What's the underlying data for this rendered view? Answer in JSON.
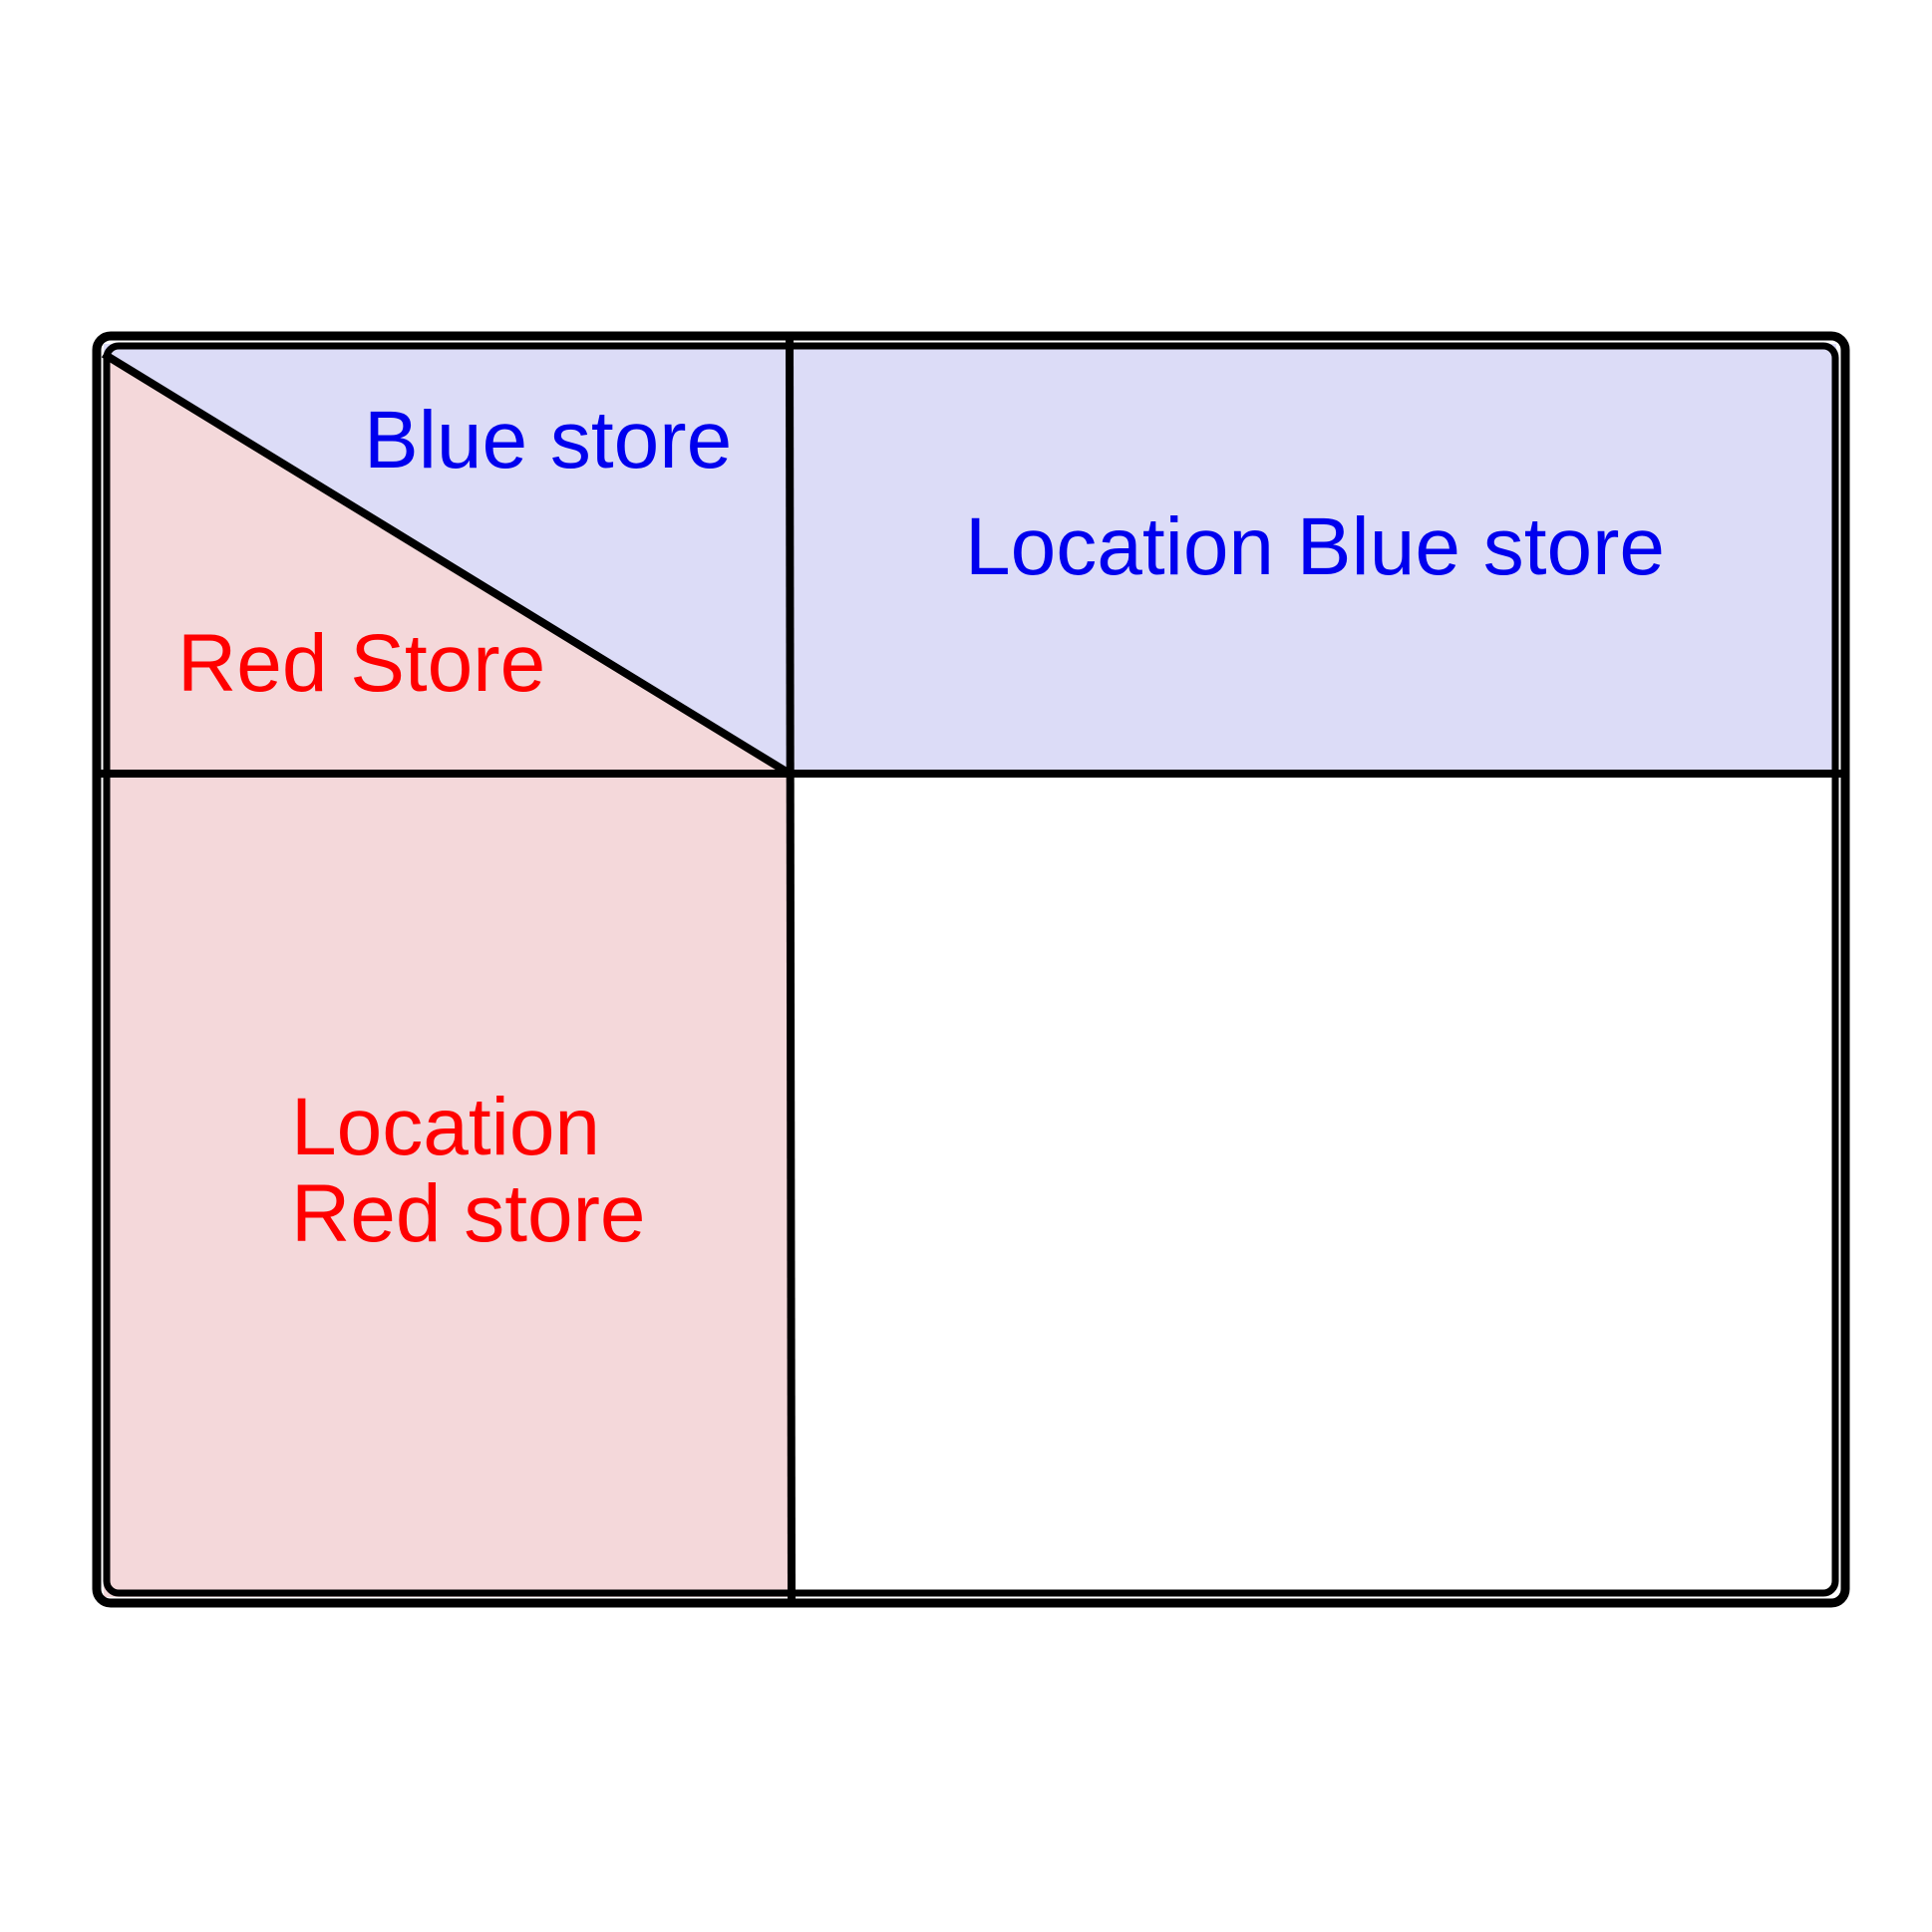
{
  "labels": {
    "blue_store": "Blue store",
    "red_store": "Red Store",
    "location_blue_store": "Location Blue store",
    "location_red_store_line1": "Location",
    "location_red_store_line2": "Red store"
  },
  "colors": {
    "blue_fill": "#dcdcf7",
    "red_fill": "#f4d8da",
    "blue_text": "#0000ee",
    "red_text": "#ff0000",
    "stroke": "#000000",
    "background": "#ffffff"
  }
}
